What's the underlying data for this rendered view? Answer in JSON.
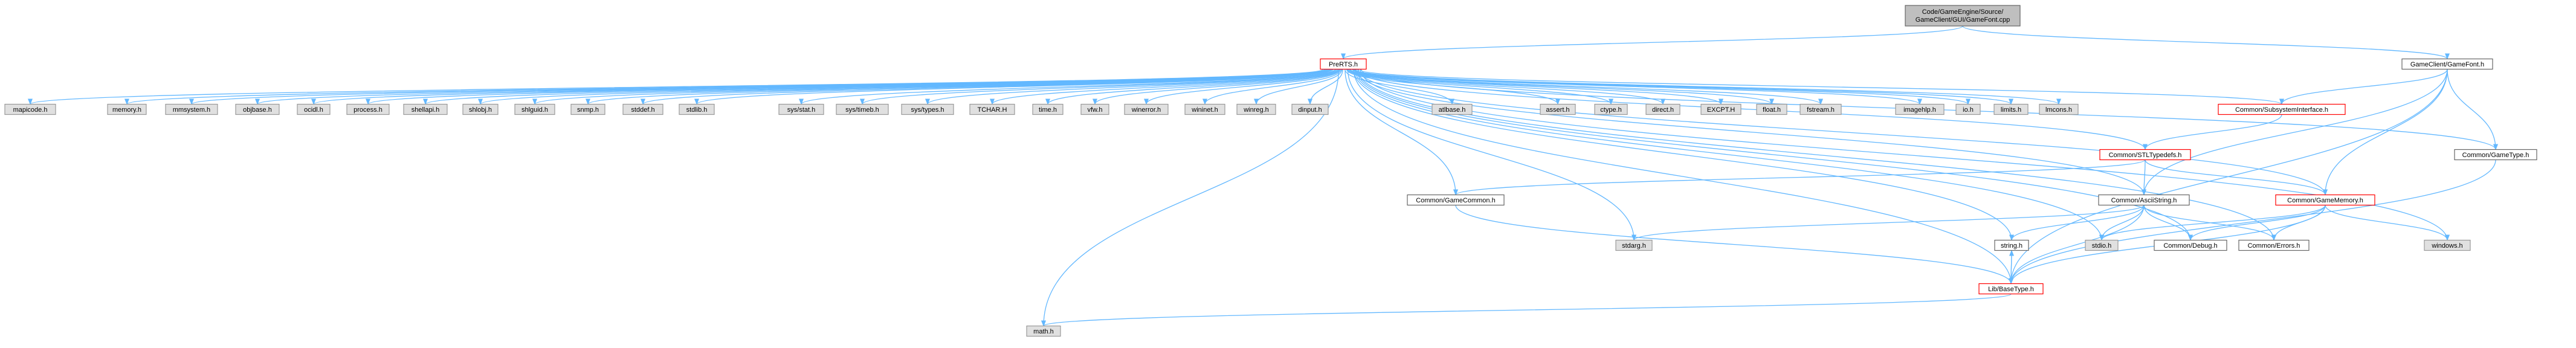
{
  "graph": {
    "colors": {
      "background": "#ffffff",
      "edge": "#63b8ff",
      "root_fill": "#bfbfbf",
      "root_border": "#666666",
      "documented_fill": "#ffffff",
      "documented_border": "#666666",
      "highlighted_border": "#ff0000",
      "system_fill": "#e0e0e0",
      "system_border": "#999999"
    },
    "nodes": [
      {
        "id": "root",
        "label": "Code/GameEngine/Source/GameClient/GUI/GameFont.cpp",
        "style": "root"
      },
      {
        "id": "prerts",
        "label": "PreRTS.h",
        "style": "highlighted"
      },
      {
        "id": "gamefont",
        "label": "GameClient/GameFont.h",
        "style": "documented"
      },
      {
        "id": "mapicode",
        "label": "mapicode.h",
        "style": "system"
      },
      {
        "id": "memory",
        "label": "memory.h",
        "style": "system"
      },
      {
        "id": "mmsystem",
        "label": "mmsystem.h",
        "style": "system"
      },
      {
        "id": "objbase",
        "label": "objbase.h",
        "style": "system"
      },
      {
        "id": "ocidl",
        "label": "ocidl.h",
        "style": "system"
      },
      {
        "id": "process",
        "label": "process.h",
        "style": "system"
      },
      {
        "id": "shellapi",
        "label": "shellapi.h",
        "style": "system"
      },
      {
        "id": "shlobj",
        "label": "shlobj.h",
        "style": "system"
      },
      {
        "id": "shlguid",
        "label": "shlguid.h",
        "style": "system"
      },
      {
        "id": "snmp",
        "label": "snmp.h",
        "style": "system"
      },
      {
        "id": "stddef",
        "label": "stddef.h",
        "style": "system"
      },
      {
        "id": "stdlib",
        "label": "stdlib.h",
        "style": "system"
      },
      {
        "id": "sysstat",
        "label": "sys/stat.h",
        "style": "system"
      },
      {
        "id": "systimeb",
        "label": "sys/timeb.h",
        "style": "system"
      },
      {
        "id": "systypes",
        "label": "sys/types.h",
        "style": "system"
      },
      {
        "id": "tchar",
        "label": "TCHAR.H",
        "style": "system"
      },
      {
        "id": "time",
        "label": "time.h",
        "style": "system"
      },
      {
        "id": "vfw",
        "label": "vfw.h",
        "style": "system"
      },
      {
        "id": "winerror",
        "label": "winerror.h",
        "style": "system"
      },
      {
        "id": "wininet",
        "label": "wininet.h",
        "style": "system"
      },
      {
        "id": "winreg",
        "label": "winreg.h",
        "style": "system"
      },
      {
        "id": "dinput",
        "label": "dinput.h",
        "style": "system"
      },
      {
        "id": "atlbase",
        "label": "atlbase.h",
        "style": "system"
      },
      {
        "id": "assert",
        "label": "assert.h",
        "style": "system"
      },
      {
        "id": "ctype",
        "label": "ctype.h",
        "style": "system"
      },
      {
        "id": "direct",
        "label": "direct.h",
        "style": "system"
      },
      {
        "id": "excpt",
        "label": "EXCPT.H",
        "style": "system"
      },
      {
        "id": "float",
        "label": "float.h",
        "style": "system"
      },
      {
        "id": "fstream",
        "label": "fstream.h",
        "style": "system"
      },
      {
        "id": "imagehlp",
        "label": "imagehlp.h",
        "style": "system"
      },
      {
        "id": "io",
        "label": "io.h",
        "style": "system"
      },
      {
        "id": "limits",
        "label": "limits.h",
        "style": "system"
      },
      {
        "id": "lmcons",
        "label": "lmcons.h",
        "style": "system"
      },
      {
        "id": "subsys",
        "label": "Common/SubsystemInterface.h",
        "style": "highlighted"
      },
      {
        "id": "stltypedefs",
        "label": "Common/STLTypedefs.h",
        "style": "highlighted"
      },
      {
        "id": "gametype",
        "label": "Common/GameType.h",
        "style": "documented"
      },
      {
        "id": "gamecommon",
        "label": "Common/GameCommon.h",
        "style": "documented"
      },
      {
        "id": "asciistring",
        "label": "Common/AsciiString.h",
        "style": "documented"
      },
      {
        "id": "gamememory",
        "label": "Common/GameMemory.h",
        "style": "highlighted"
      },
      {
        "id": "stdarg",
        "label": "stdarg.h",
        "style": "system"
      },
      {
        "id": "string",
        "label": "string.h",
        "style": "documented"
      },
      {
        "id": "stdio",
        "label": "stdio.h",
        "style": "system"
      },
      {
        "id": "debug",
        "label": "Common/Debug.h",
        "style": "documented"
      },
      {
        "id": "errors",
        "label": "Common/Errors.h",
        "style": "documented"
      },
      {
        "id": "windows",
        "label": "windows.h",
        "style": "system"
      },
      {
        "id": "basetype",
        "label": "Lib/BaseType.h",
        "style": "highlighted"
      },
      {
        "id": "math",
        "label": "math.h",
        "style": "system"
      }
    ],
    "edges": [
      [
        "root",
        "prerts"
      ],
      [
        "root",
        "gamefont"
      ],
      [
        "prerts",
        "mapicode"
      ],
      [
        "prerts",
        "memory"
      ],
      [
        "prerts",
        "mmsystem"
      ],
      [
        "prerts",
        "objbase"
      ],
      [
        "prerts",
        "ocidl"
      ],
      [
        "prerts",
        "process"
      ],
      [
        "prerts",
        "shellapi"
      ],
      [
        "prerts",
        "shlobj"
      ],
      [
        "prerts",
        "shlguid"
      ],
      [
        "prerts",
        "snmp"
      ],
      [
        "prerts",
        "stddef"
      ],
      [
        "prerts",
        "stdlib"
      ],
      [
        "prerts",
        "sysstat"
      ],
      [
        "prerts",
        "systimeb"
      ],
      [
        "prerts",
        "systypes"
      ],
      [
        "prerts",
        "tchar"
      ],
      [
        "prerts",
        "time"
      ],
      [
        "prerts",
        "vfw"
      ],
      [
        "prerts",
        "winerror"
      ],
      [
        "prerts",
        "wininet"
      ],
      [
        "prerts",
        "winreg"
      ],
      [
        "prerts",
        "dinput"
      ],
      [
        "prerts",
        "atlbase"
      ],
      [
        "prerts",
        "assert"
      ],
      [
        "prerts",
        "ctype"
      ],
      [
        "prerts",
        "direct"
      ],
      [
        "prerts",
        "excpt"
      ],
      [
        "prerts",
        "float"
      ],
      [
        "prerts",
        "fstream"
      ],
      [
        "prerts",
        "imagehlp"
      ],
      [
        "prerts",
        "io"
      ],
      [
        "prerts",
        "limits"
      ],
      [
        "prerts",
        "lmcons"
      ],
      [
        "prerts",
        "subsys"
      ],
      [
        "prerts",
        "stltypedefs"
      ],
      [
        "prerts",
        "gametype"
      ],
      [
        "prerts",
        "gamecommon"
      ],
      [
        "prerts",
        "asciistring"
      ],
      [
        "prerts",
        "gamememory"
      ],
      [
        "prerts",
        "stdarg"
      ],
      [
        "prerts",
        "string"
      ],
      [
        "prerts",
        "stdio"
      ],
      [
        "prerts",
        "debug"
      ],
      [
        "prerts",
        "errors"
      ],
      [
        "prerts",
        "windows"
      ],
      [
        "prerts",
        "basetype"
      ],
      [
        "prerts",
        "math"
      ],
      [
        "gamefont",
        "subsys"
      ],
      [
        "gamefont",
        "asciistring"
      ],
      [
        "gamefont",
        "gamememory"
      ],
      [
        "gamefont",
        "gametype"
      ],
      [
        "gamefont",
        "basetype"
      ],
      [
        "subsys",
        "stltypedefs"
      ],
      [
        "stltypedefs",
        "gamecommon"
      ],
      [
        "stltypedefs",
        "asciistring"
      ],
      [
        "stltypedefs",
        "gamememory"
      ],
      [
        "gametype",
        "basetype"
      ],
      [
        "gamecommon",
        "basetype"
      ],
      [
        "asciistring",
        "stdarg"
      ],
      [
        "asciistring",
        "string"
      ],
      [
        "asciistring",
        "stdio"
      ],
      [
        "asciistring",
        "debug"
      ],
      [
        "asciistring",
        "errors"
      ],
      [
        "asciistring",
        "basetype"
      ],
      [
        "gamememory",
        "stdio"
      ],
      [
        "gamememory",
        "debug"
      ],
      [
        "gamememory",
        "errors"
      ],
      [
        "gamememory",
        "windows"
      ],
      [
        "gamememory",
        "basetype"
      ],
      [
        "string",
        "basetype"
      ],
      [
        "basetype",
        "math"
      ],
      [
        "basetype",
        "string"
      ]
    ]
  }
}
